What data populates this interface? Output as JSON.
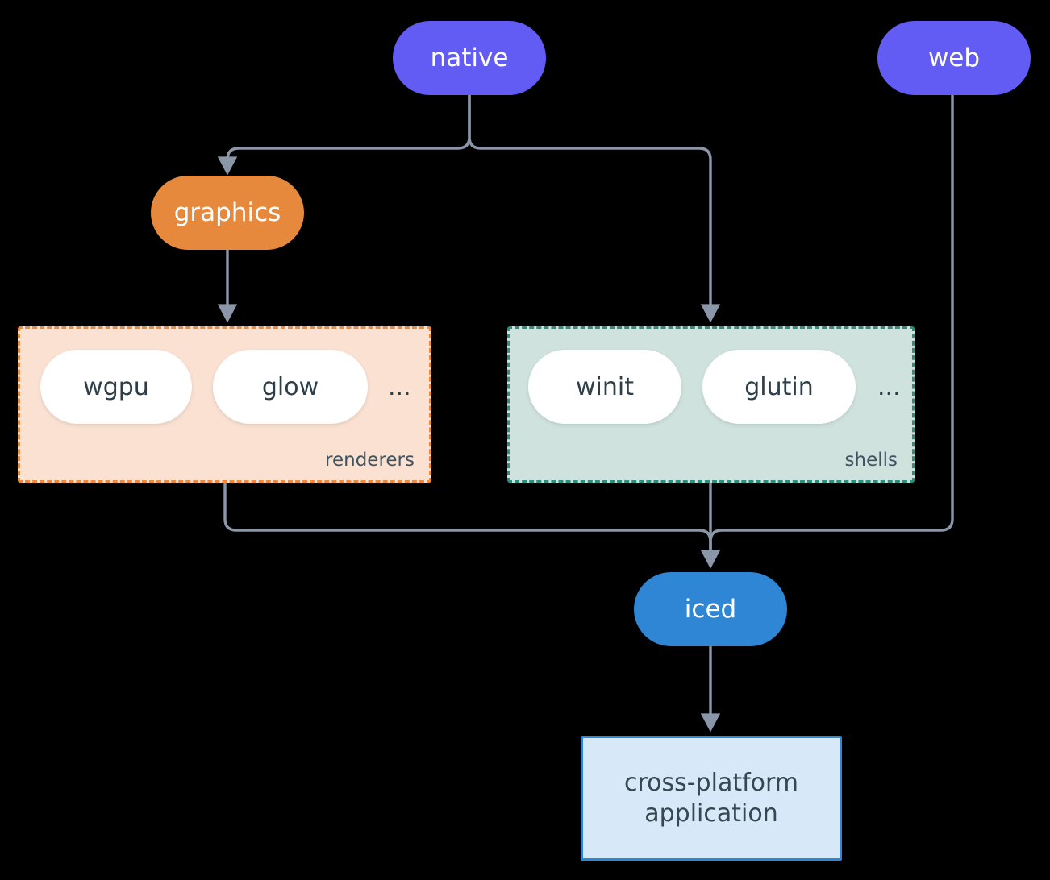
{
  "diagram": {
    "kind": "flowchart",
    "direction": "top-down",
    "background": "#000000",
    "edge_color": "#8b97a8"
  },
  "nodes": {
    "native": {
      "label": "native",
      "shape": "stadium",
      "fill": "#625cf5",
      "text_color": "#ffffff"
    },
    "web": {
      "label": "web",
      "shape": "stadium",
      "fill": "#625cf5",
      "text_color": "#ffffff"
    },
    "graphics": {
      "label": "graphics",
      "shape": "stadium",
      "fill": "#e6893c",
      "text_color": "#ffffff"
    },
    "iced": {
      "label": "iced",
      "shape": "stadium",
      "fill": "#2e86d4",
      "text_color": "#ffffff"
    },
    "application": {
      "line1": "cross-platform",
      "line2": "application",
      "shape": "rectangle",
      "fill": "#d7e9f9",
      "border": "#2e86d4",
      "text_color": "#37474f"
    }
  },
  "clusters": {
    "renderers": {
      "title": "renderers",
      "fill": "#fae1d2",
      "border": "#ec8b3e",
      "border_style": "dashed",
      "items": [
        {
          "label": "wgpu"
        },
        {
          "label": "glow"
        }
      ],
      "more": "..."
    },
    "shells": {
      "title": "shells",
      "fill": "#cfe2dd",
      "border": "#2e8f7e",
      "border_style": "dashed",
      "items": [
        {
          "label": "winit"
        },
        {
          "label": "glutin"
        }
      ],
      "more": "..."
    }
  },
  "edges": [
    {
      "from": "native",
      "to": "graphics",
      "arrow": true
    },
    {
      "from": "native",
      "to": "shells",
      "arrow": true
    },
    {
      "from": "graphics",
      "to": "renderers",
      "arrow": true
    },
    {
      "from": "renderers",
      "to": "iced",
      "arrow": true
    },
    {
      "from": "shells",
      "to": "iced",
      "arrow": true
    },
    {
      "from": "web",
      "to": "iced",
      "arrow": true
    },
    {
      "from": "iced",
      "to": "application",
      "arrow": true
    }
  ]
}
